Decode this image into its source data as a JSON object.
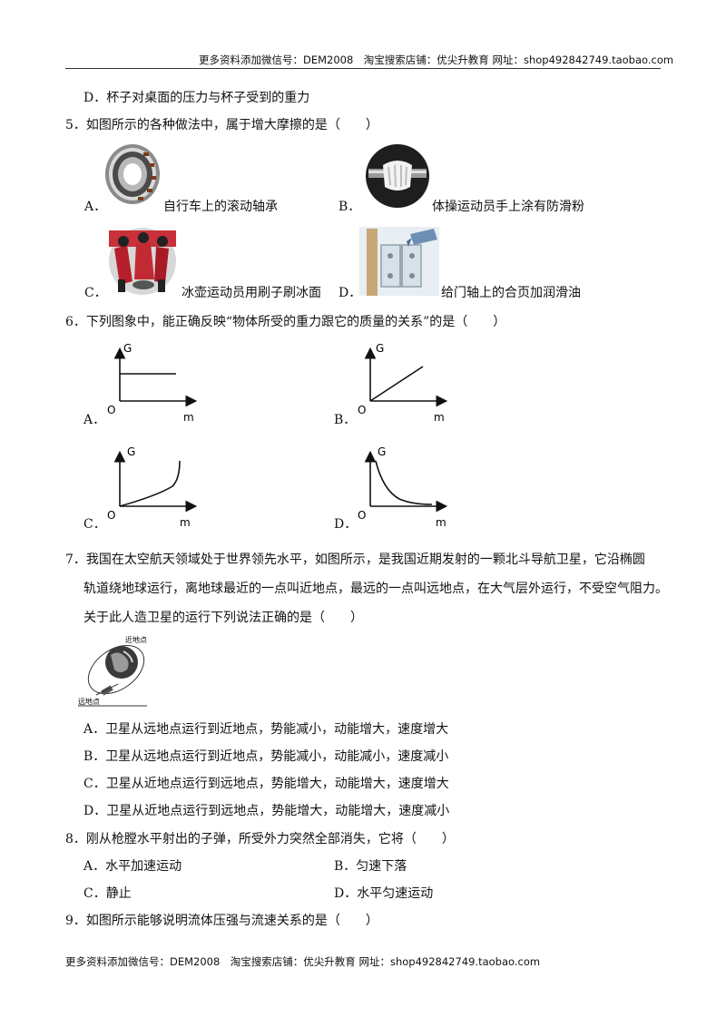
{
  "header": {
    "text": "更多资料添加微信号：DEM2008　淘宝搜索店铺：优尖升教育  网址：shop492842749.taobao.com"
  },
  "footer": {
    "text": "更多资料添加微信号：DEM2008　淘宝搜索店铺：优尖升教育  网址：shop492842749.taobao.com"
  },
  "q4": {
    "optD": "D．杯子对桌面的压力与杯子受到的重力"
  },
  "q5": {
    "stem": "5．如图所示的各种做法中，属于增大摩擦的是（　　）",
    "optA": {
      "letter": "A．",
      "text": "自行车上的滚动轴承"
    },
    "optB": {
      "letter": "B．",
      "text": "体操运动员手上涂有防滑粉"
    },
    "optC": {
      "letter": "C．",
      "text": "冰壶运动员用刷子刷冰面"
    },
    "optD": {
      "letter": "D．",
      "text": "给门轴上的合页加润滑油"
    }
  },
  "q6": {
    "stem": "6．下列图象中，能正确反映“物体所受的重力跟它的质量的关系”的是（　　）",
    "optA": "A．",
    "optB": "B．",
    "optC": "C．",
    "optD": "D．",
    "graph_labels": {
      "y": "G",
      "x": "m",
      "origin": "O"
    }
  },
  "q7": {
    "line1": "7．我国在太空航天领域处于世界领先水平，如图所示，是我国近期发射的一颗北斗导航卫星，它沿椭圆",
    "line2": "轨道绕地球运行，离地球最近的一点叫近地点，最远的一点叫远地点，在大气层外运行，不受空气阻力。",
    "line3": "关于此人造卫星的运行下列说法正确的是（　　）",
    "fig_near": "近地点",
    "fig_far": "远地点",
    "optA": "A．卫星从远地点运行到近地点，势能减小，动能增大，速度增大",
    "optB": "B．卫星从远地点运行到近地点，势能减小，动能减小，速度减小",
    "optC": "C．卫星从近地点运行到远地点，势能增大，动能增大，速度增大",
    "optD": "D．卫星从近地点运行到远地点，势能增大，动能增大，速度减小"
  },
  "q8": {
    "stem": "8．刚从枪膛水平射出的子弹，所受外力突然全部消失，它将（　　）",
    "optA": "A．水平加速运动",
    "optB": "B．匀速下落",
    "optC": "C．静止",
    "optD": "D．水平匀速运动"
  },
  "q9": {
    "stem": "9．如图所示能够说明流体压强与流速关系的是（　　）"
  }
}
